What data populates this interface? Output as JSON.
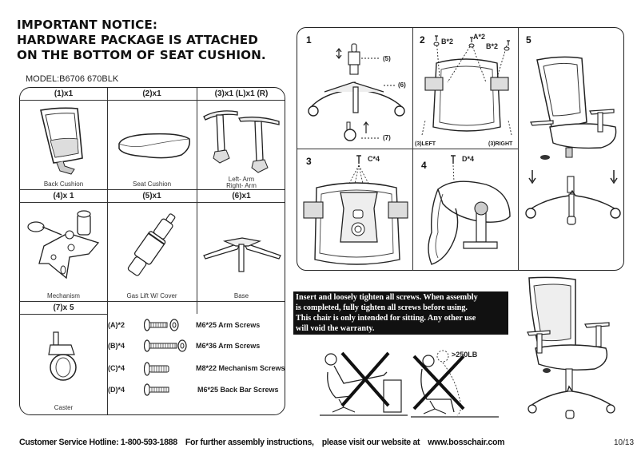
{
  "notice": {
    "line1": "IMPORTANT NOTICE:",
    "line2": "HARDWARE PACKAGE IS ATTACHED",
    "line3": "ON THE BOTTOM OF SEAT CUSHION."
  },
  "model": "MODEL:B6706   670BLK",
  "parts": [
    {
      "id": "1",
      "qty": "(1)x1",
      "name": "Back Cushion",
      "icon": "back-cushion"
    },
    {
      "id": "2",
      "qty": "(2)x1",
      "name": "Seat Cushion",
      "icon": "seat-cushion"
    },
    {
      "id": "3",
      "qty": "(3)x1 (L)x1 (R)",
      "name": "Left- Arm",
      "name2": "Right- Arm",
      "icon": "armrests"
    },
    {
      "id": "4",
      "qty": "(4)x 1",
      "name": "Mechanism",
      "icon": "mechanism"
    },
    {
      "id": "5",
      "qty": "(5)x1",
      "name": "Gas Lift W/ Cover",
      "icon": "gas-lift"
    },
    {
      "id": "6",
      "qty": "(6)x1",
      "name": "Base",
      "icon": "base"
    },
    {
      "id": "7",
      "qty": "(7)x 5",
      "name": "Caster",
      "icon": "caster"
    }
  ],
  "hardware": [
    {
      "code": "(A)*2",
      "spec": "M6*25  Arm Screws",
      "washer": true
    },
    {
      "code": "(B)*4",
      "spec": "M6*36  Arm Screws",
      "washer": true
    },
    {
      "code": "(C)*4",
      "spec": "M8*22  Mechanism Screws",
      "washer": false
    },
    {
      "code": "(D)*4",
      "spec": "M6*25  Back Bar Screws",
      "washer": false
    }
  ],
  "steps": [
    {
      "num": "1",
      "labels": [
        "(5)",
        "(6)",
        "(7)"
      ]
    },
    {
      "num": "2",
      "labels": [
        "B*2",
        "A*2",
        "B*2",
        "(3)LEFT",
        "(3)RIGHT"
      ]
    },
    {
      "num": "3",
      "labels": [
        "C*4"
      ]
    },
    {
      "num": "4",
      "labels": [
        "D*4"
      ]
    },
    {
      "num": "5",
      "labels": []
    }
  ],
  "warning": {
    "line1": "Insert and loosely tighten all screws. When assembly",
    "line2": "is completed, fully tighten all screws before using.",
    "line3": "This chair is only intended for sitting. Any other use",
    "line4": "will void the warranty."
  },
  "misuse": {
    "weight_limit": ">250LB"
  },
  "footer": {
    "hotline": "Customer Service Hotline: 1-800-593-1888",
    "instructions": "For further assembly instructions,",
    "website_text": "please visit our website at",
    "website": "www.bosschair.com",
    "page": "10/13"
  }
}
